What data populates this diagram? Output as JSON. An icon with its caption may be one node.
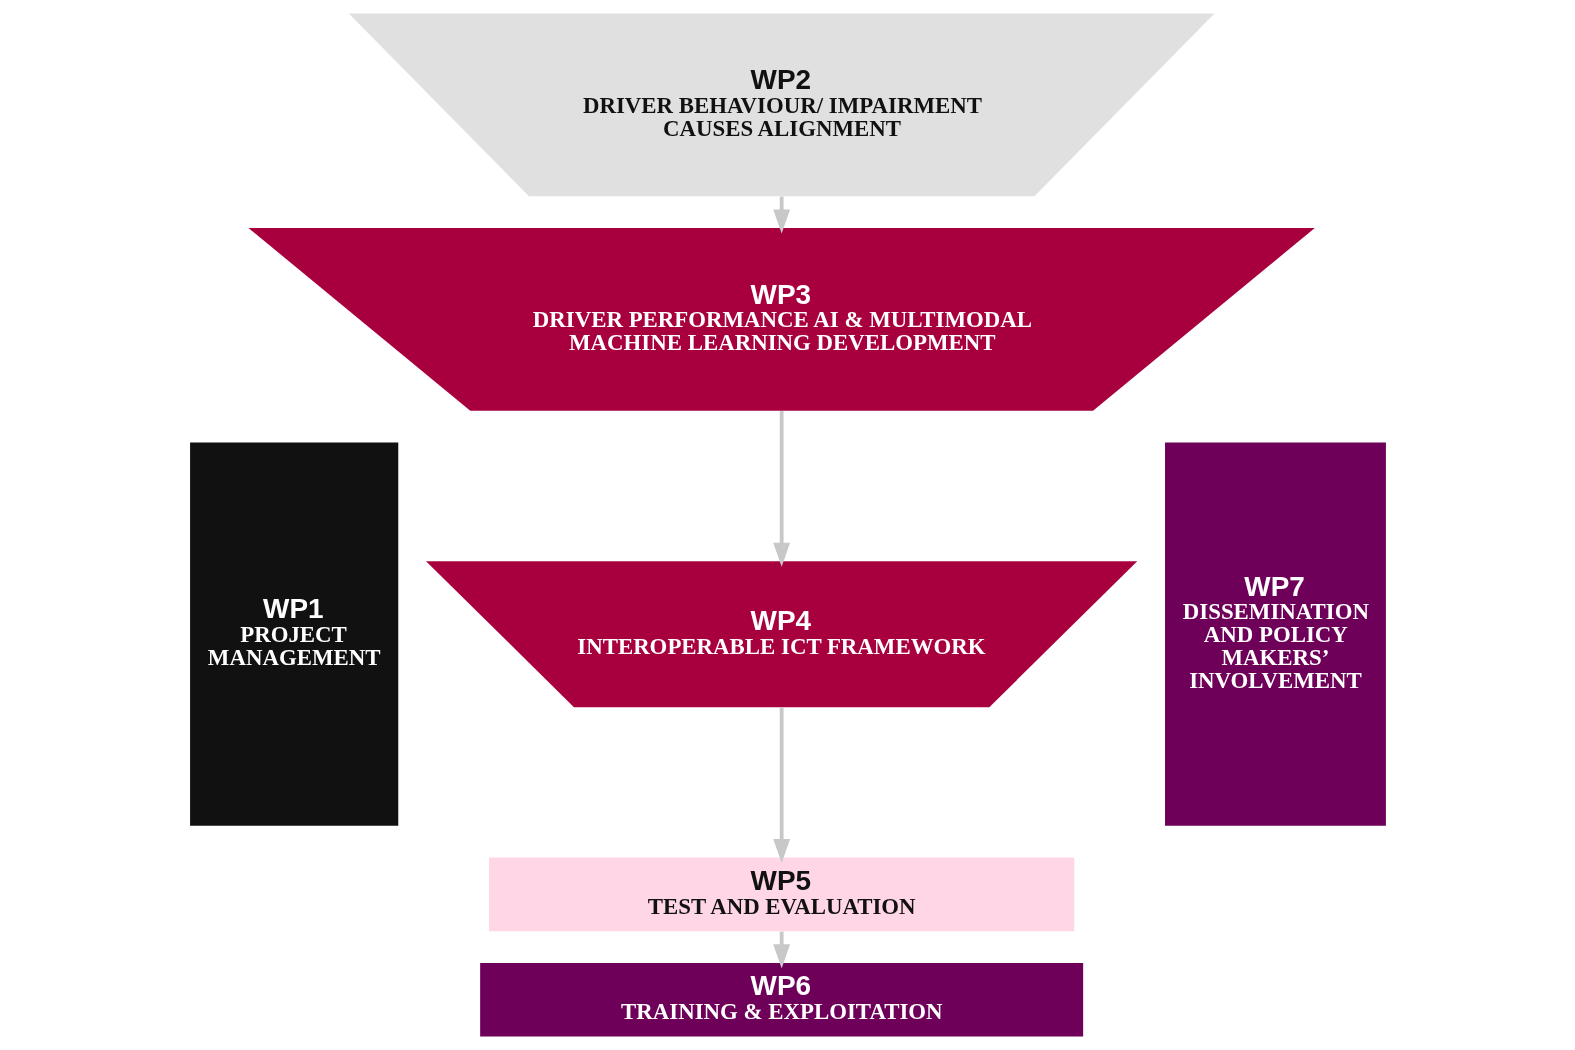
{
  "diagram": {
    "nodes": [
      {
        "text": [
          "WP1",
          "PROJECT MANAGEMENT"
        ]
      },
      {
        "text": [
          "WP2",
          "DRIVER BEHAVIOUR/ IMPAIRMENT CAUSES ALIGNMENT"
        ]
      },
      {
        "text": [
          "WP3",
          "DRIVER PERFORMANCE AI & MULTIMODAL MACHINE LEARNING DEVELOPMENT"
        ]
      },
      {
        "text": [
          "WP4",
          "INTEROPERABLE ICT FRAMEWORK"
        ]
      },
      {
        "text": [
          "WP5",
          "TEST AND EVALUATION"
        ]
      },
      {
        "text": [
          "WP6",
          "TRAINING & EXPLOITATION"
        ]
      },
      {
        "text": [
          "WP7",
          "DISSEMINATION AND POLICY MAKERS’ INVOLVEMENT"
        ]
      }
    ],
    "edges": [
      {
        "from": 1,
        "to": 2,
        "arrow": "to"
      },
      {
        "from": 2,
        "to": 3,
        "arrow": "to"
      },
      {
        "from": 3,
        "to": 4,
        "arrow": "to"
      },
      {
        "from": 4,
        "to": 5,
        "arrow": "to"
      }
    ]
  }
}
